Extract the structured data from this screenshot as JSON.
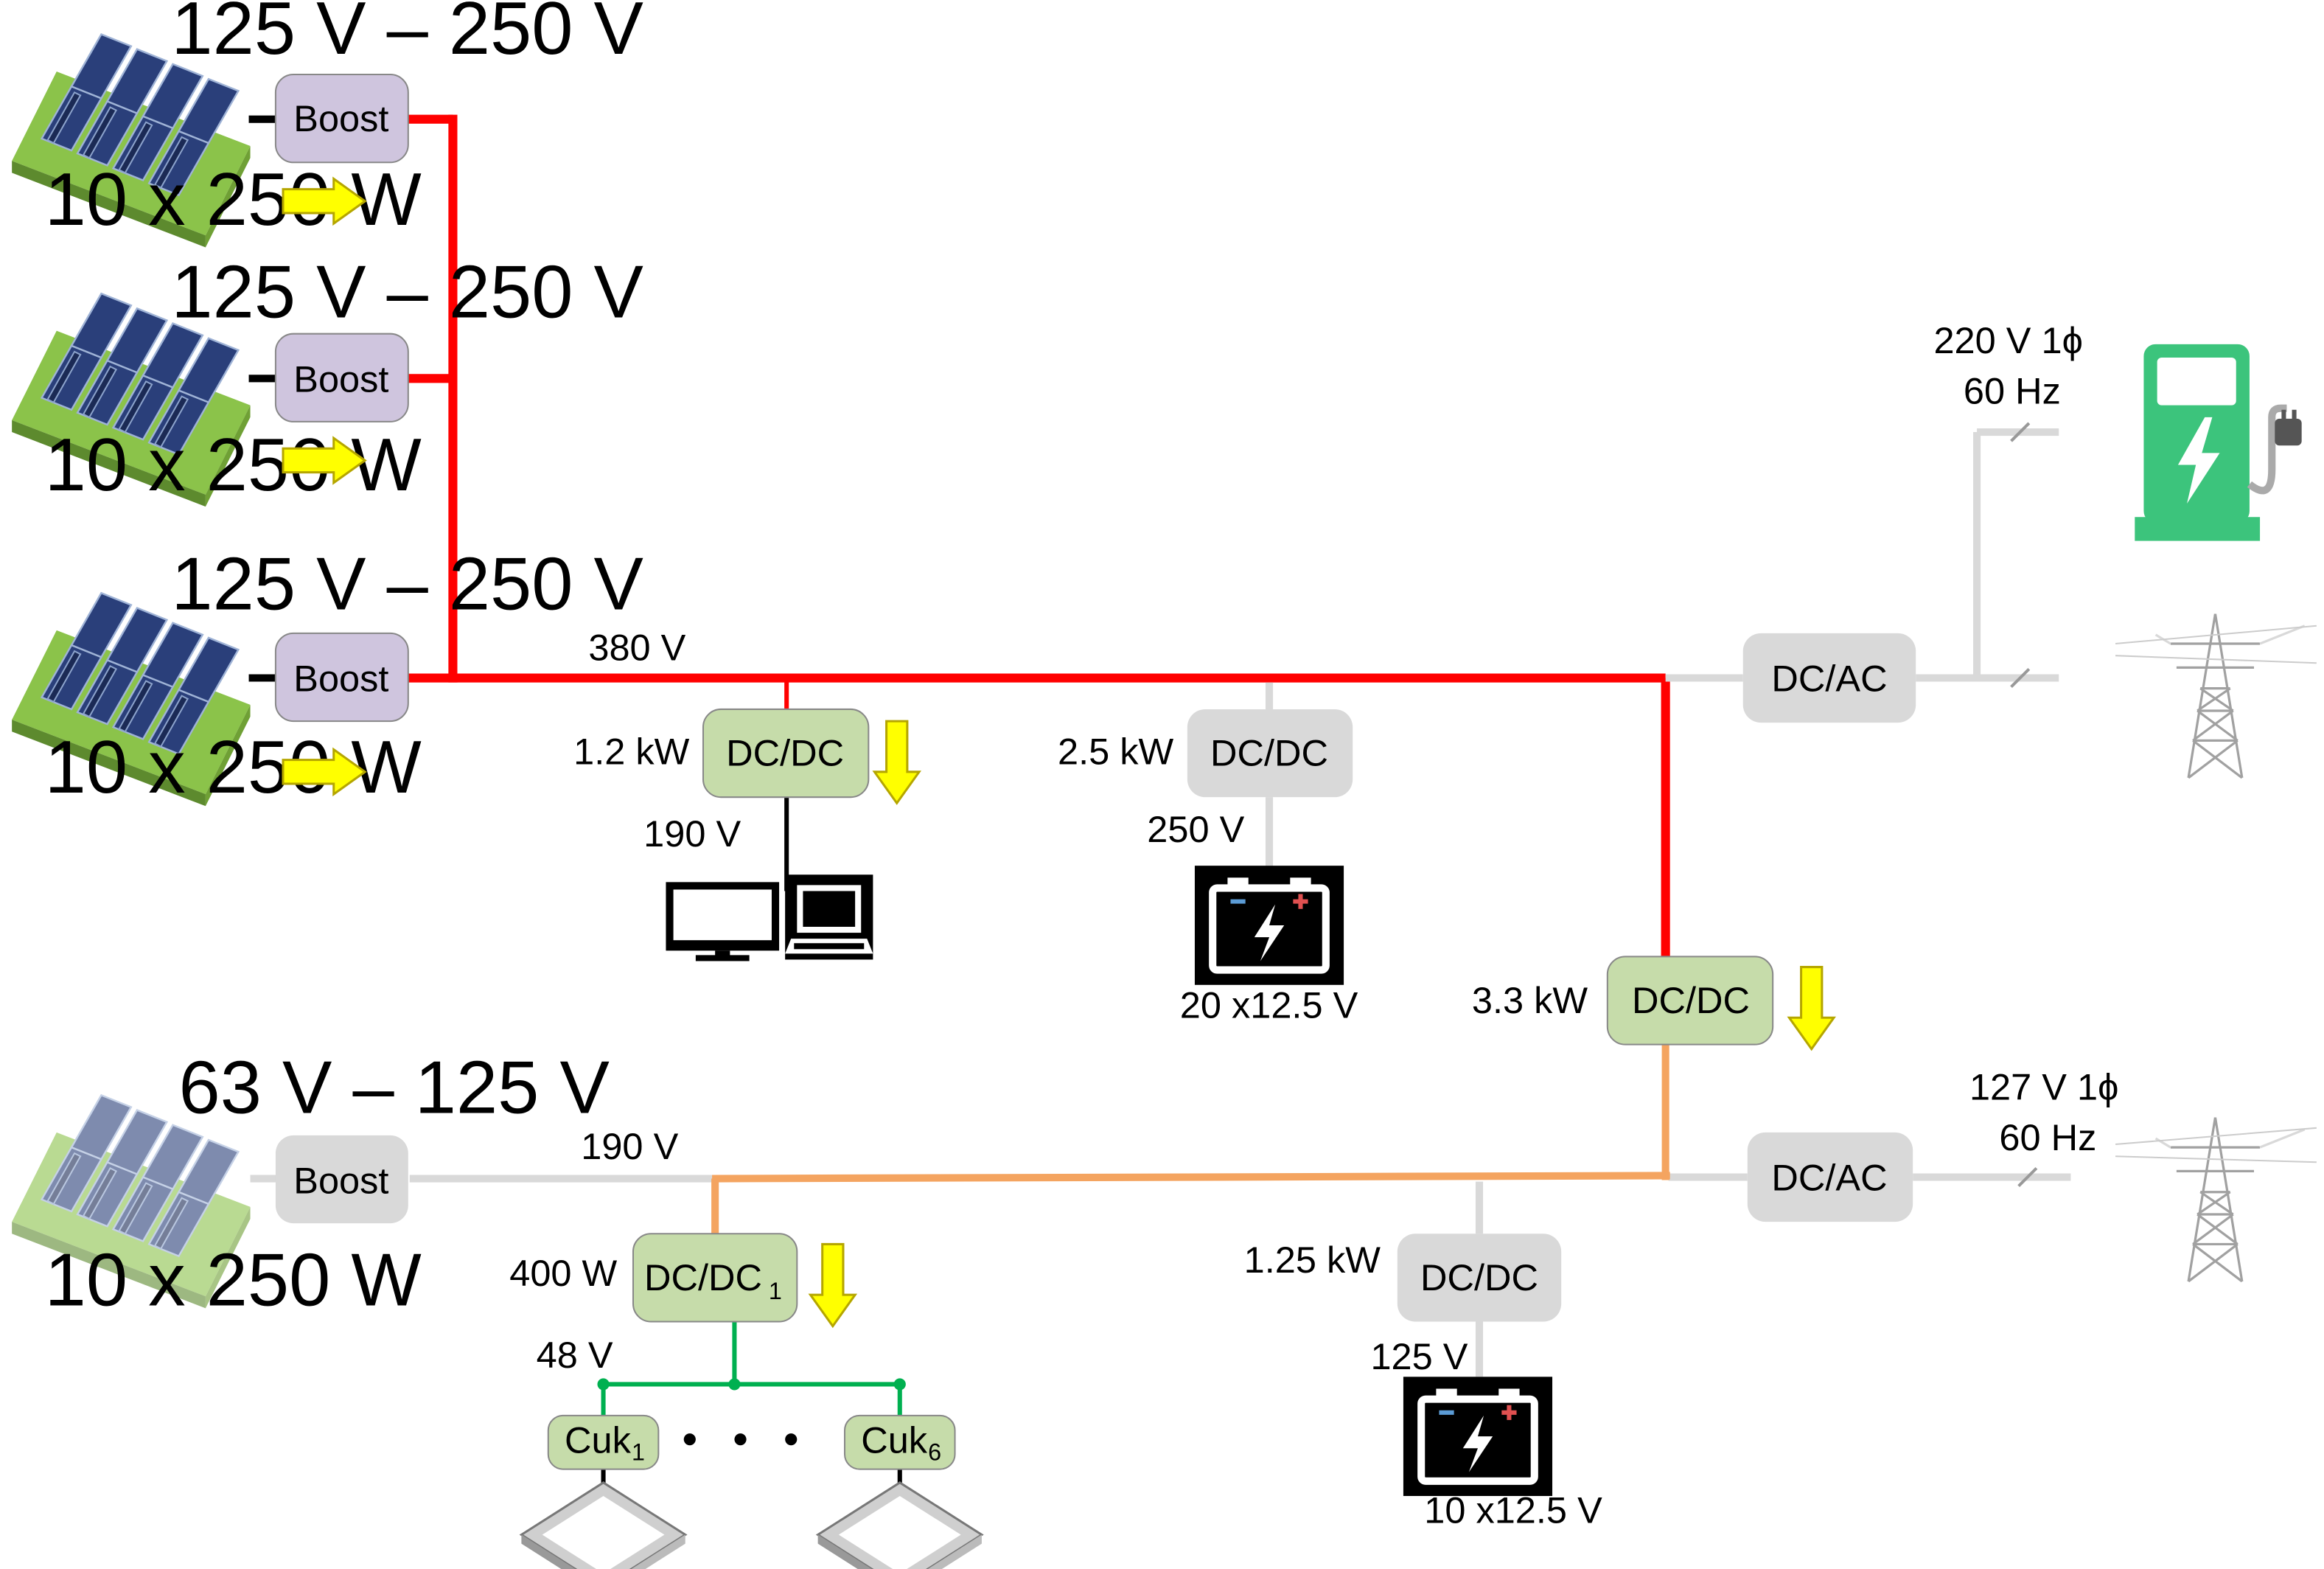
{
  "pv_arrays": [
    {
      "voltage": "125 V – 250 V",
      "rating": "10 x 250 W",
      "converter": "Boost"
    },
    {
      "voltage": "125 V – 250 V",
      "rating": "10 x 250 W",
      "converter": "Boost"
    },
    {
      "voltage": "125 V – 250 V",
      "rating": "10 x 250 W",
      "converter": "Boost"
    },
    {
      "voltage": "63 V – 125 V",
      "rating": "10 x 250 W",
      "converter": "Boost"
    }
  ],
  "buses": {
    "high": "380 V",
    "low": "190 V"
  },
  "converters": {
    "dc_load": {
      "power": "1.2 kW",
      "label": "DC/DC",
      "out_voltage": "190 V"
    },
    "dc_battery_high": {
      "power": "2.5 kW",
      "label": "DC/DC",
      "out_voltage": "250 V",
      "battery": "20 x12.5 V"
    },
    "interlink": {
      "power": "3.3 kW",
      "label": "DC/DC"
    },
    "inverter_high": {
      "label": "DC/AC",
      "grid": "220 V 1ϕ",
      "freq": "60 Hz"
    },
    "inverter_low": {
      "label": "DC/AC",
      "grid": "127 V 1ϕ",
      "freq": "60 Hz"
    },
    "lighting": {
      "power": "400 W",
      "label": "DC/DC",
      "label_sub": "1",
      "out_voltage": "48 V"
    },
    "dc_battery_low": {
      "power": "1.25 kW",
      "label": "DC/DC",
      "out_voltage": "125 V",
      "battery": "10 x12.5 V"
    },
    "cuk_first": {
      "label": "Cuk",
      "sub": "1"
    },
    "cuk_last": {
      "label": "Cuk",
      "sub": "6"
    }
  },
  "colors": {
    "bus_high": "#ff0000",
    "bus_low": "#f4a460",
    "inactive": "#d9d9d9",
    "boost_active": "#cfc5de",
    "converter_green": "#c6dcaa",
    "converter_gray": "#d9d9d9",
    "arrow": "#ffff00",
    "lighting_bus": "#00b050",
    "ev_charger": "#3cc47c"
  },
  "icons": [
    "solar-panel-icon",
    "tv-icon",
    "laptop-icon",
    "battery-icon",
    "ev-charger-icon",
    "transmission-tower-icon",
    "ceiling-light-icon",
    "flow-arrow-icon"
  ]
}
